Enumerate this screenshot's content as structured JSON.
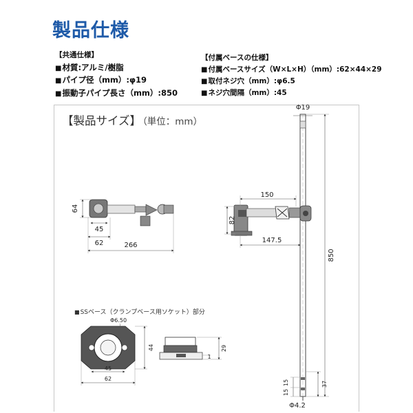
{
  "title": "製品仕様",
  "common": {
    "heading": "【共通仕様】",
    "lines": [
      "材質:アルミ/樹脂",
      "パイプ径（mm）:φ19",
      "振動子パイプ長さ（mm）:850"
    ]
  },
  "base": {
    "heading": "【付属ベースの仕様】",
    "lines": [
      "付属ベースサイズ（W×L×H）（mm）:62×44×29",
      "取付ネジ穴（mm）:φ6.5",
      "ネジ穴間隔（mm）:45"
    ]
  },
  "size_section": {
    "heading": "【製品サイズ】",
    "unit": "（単位：mm）"
  },
  "ss_section": {
    "heading": "SSベース（クランプベース用ソケット）部分"
  },
  "dimensions": {
    "left_view": {
      "height": "64",
      "d45": "45",
      "d62": "62",
      "d266": "266"
    },
    "center_view": {
      "d150": "150",
      "d82": "82",
      "d147_5": "147.5"
    },
    "pipe": {
      "top_dia": "Φ19",
      "length": "850",
      "d15a": "15",
      "d15b": "15",
      "d37": "37",
      "bottom_dia": "Φ4.2"
    },
    "ss_base": {
      "hole": "Φ6.50",
      "d44": "44",
      "d45": "45",
      "d62": "62",
      "d29": "29",
      "d1": "1"
    }
  }
}
